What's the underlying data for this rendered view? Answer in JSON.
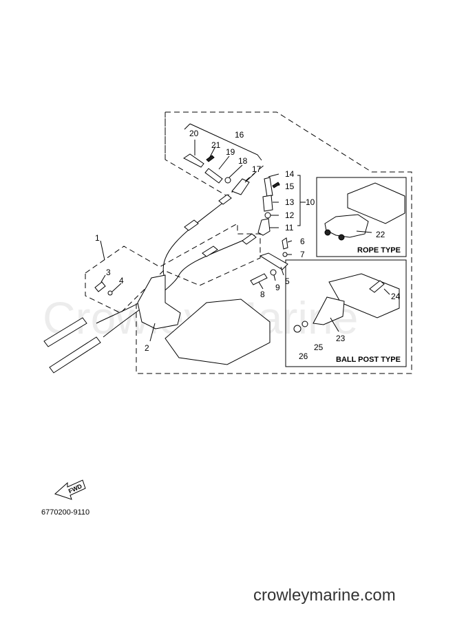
{
  "diagram": {
    "watermark": "Crowley Marine",
    "site_url": "crowleymarine.com",
    "part_number": "6770200-9110",
    "fwd_label": "FWD",
    "rope_type_label": "ROPE TYPE",
    "ball_post_type_label": "BALL POST TYPE",
    "callouts": [
      "1",
      "2",
      "3",
      "4",
      "5",
      "6",
      "7",
      "8",
      "9",
      "10",
      "11",
      "12",
      "13",
      "14",
      "15",
      "16",
      "17",
      "18",
      "19",
      "20",
      "21",
      "22",
      "23",
      "24",
      "25",
      "26"
    ]
  }
}
